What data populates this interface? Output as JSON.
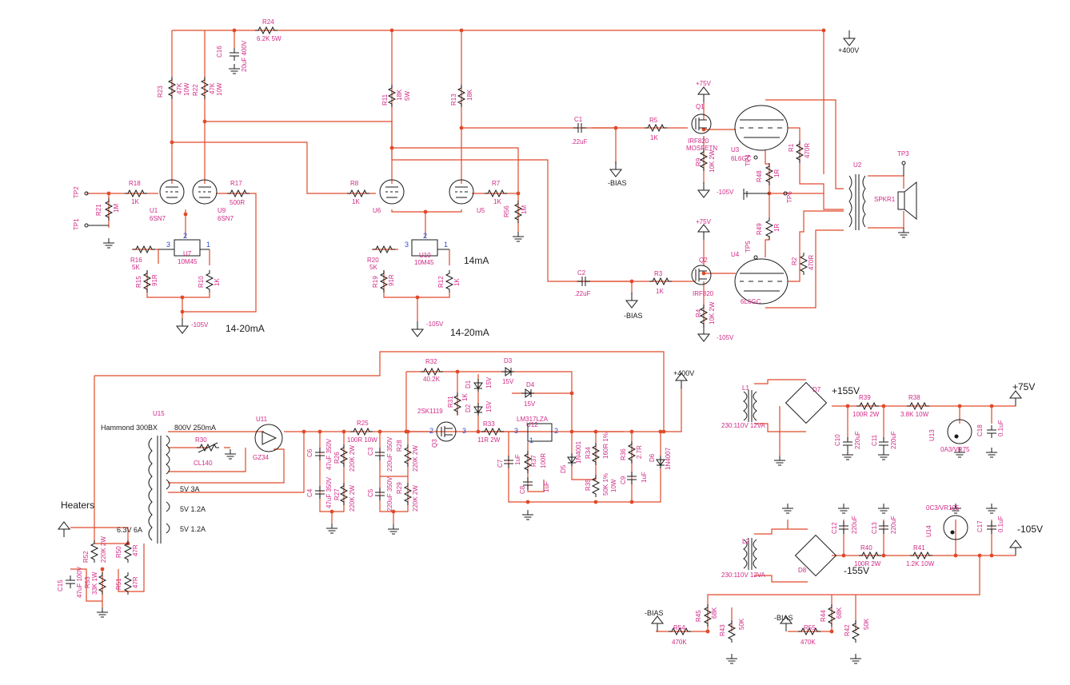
{
  "rails": {
    "p400_top": "+400V",
    "p400_mid": "+400V",
    "p75_q1": "+75V",
    "p75_q2": "+75V",
    "m105_a": "-105V",
    "m105_b": "-105V",
    "m105_c": "-105V",
    "m105_d": "-105V",
    "bias_1": "-BIAS",
    "bias_2": "-BIAS",
    "bias_3": "-BIAS",
    "bias_4": "-BIAS",
    "p155": "+155V",
    "m155": "-155V",
    "p75_out": "+75V",
    "m105_out": "-105V"
  },
  "notes": {
    "cur1": "14-20mA",
    "cur2": "14-20mA",
    "cur3": "14mA",
    "heaters": "Heaters",
    "xfmr": "Hammond 300BX",
    "hv": "800V 250mA",
    "w5v": "5V 3A",
    "w5a": "5V 1.2A",
    "w5b": "5V 1.2A",
    "w63": "6.3V 6A"
  },
  "components": {
    "R24": "R24",
    "R24v": "6.2K 5W",
    "C16": "C16",
    "C16v": "20uF 400V",
    "R23": "R23",
    "R23v": "47K",
    "R22": "R22",
    "R22v": "47K",
    "R23w": "10W",
    "R22w": "10W",
    "R11": "R11",
    "R11v": "18K",
    "R11w": "5W",
    "R13": "R13",
    "R13v": "18K",
    "C1": "C1",
    "C1v": ".22uF",
    "R5": "R5",
    "R5v": "1K",
    "Q1": "Q1",
    "Q1v": "IRF820",
    "Q1m": "MOSFETN",
    "R9": "R9",
    "R9v": "10K 2W",
    "U3": "U3",
    "U3v": "6L6GC",
    "TP4": "TP4",
    "R48": "R48",
    "R48v": "1R",
    "TP6": "TP6",
    "R49": "R49",
    "R49v": "1R",
    "TP5": "TP5",
    "R1": "R1",
    "R1v": "470R",
    "R2": "R2",
    "R2v": "470R",
    "U2": "U2",
    "TP3": "TP3",
    "SPKR1": "SPKR1",
    "U4": "U4",
    "U4v": "6L6GC",
    "Q2": "Q2",
    "Q2v": "IRF820",
    "R4": "R4",
    "R4v": "10K 2W",
    "C2": "C2",
    "C2v": ".22uF",
    "R3": "R3",
    "R3v": "1K",
    "TP2": "TP2",
    "TP1": "TP1",
    "R21": "R21",
    "R21v": "1M",
    "R18": "R18",
    "R18v": "1K",
    "U1": "U1",
    "U1v": "6SN7",
    "U9": "U9",
    "U9v": "6SN7",
    "R17": "R17",
    "R17v": "500R",
    "R16": "R16",
    "R16v": "5K",
    "U7": "U7",
    "U7v": "10M45",
    "R15": "R15",
    "R15v": "91R",
    "R10": "R10",
    "R10v": "1K",
    "R8": "R8",
    "R8v": "1K",
    "U6": "U6",
    "U5": "U5",
    "R7": "R7",
    "R7v": "1K",
    "R56": "R56",
    "R56v": "1M",
    "R20": "R20",
    "R20v": "5K",
    "U10": "U10",
    "U10v": "10M45",
    "R19": "R19",
    "R19v": "91R",
    "R12": "R12",
    "R12v": "1K",
    "U15": "U15",
    "R30": "R30",
    "R30v": "CL140",
    "U11": "U11",
    "U11v": "GZ34",
    "C6": "C6",
    "C6v": "47uF 350V",
    "R26": "R26",
    "R26v": "220K 2W",
    "C4": "C4",
    "C4v": "47uF 350V",
    "R27": "R27",
    "R27v": "220K 2W",
    "R25": "R25",
    "R25v": "100R 10W",
    "C3": "C3",
    "C3v": "220uF 350V",
    "R28": "R28",
    "R28v": "220K 2W",
    "C5": "C5",
    "C5v": "220uF 350V",
    "R29": "R29",
    "R29v": "220K 2W",
    "R32": "R32",
    "R32v": "40.2K",
    "R31": "R31",
    "R31v": "1K",
    "Q3": "Q3",
    "Q3v": "2SK1119",
    "D1": "D1",
    "D1v": "15V",
    "D2": "D2",
    "D2v": "15V",
    "D3": "D3",
    "D3v": "15V",
    "D4": "D4",
    "D4v": "15V",
    "R33": "R33",
    "R33v": "11R 2W",
    "U12": "U12",
    "U12v": "LM317LZA",
    "C7": "C7",
    "C7v": "1uF",
    "R37": "R37",
    "R37v": "100R",
    "C8": "C8",
    "C8v": "1uF",
    "D5": "D5",
    "D5v": "1N4001",
    "R34": "R34",
    "R34v": "160R 1%",
    "R35": "R35",
    "R35v": "50K 1%",
    "R35w": "10W",
    "R36": "R36",
    "R36v": "2.7R",
    "C9": "C9",
    "C9v": "1uF",
    "D6": "D6",
    "D6v": "1N4007",
    "R52": "R52",
    "R52v": "220K 2W",
    "R53": "R53",
    "R53v": "33K 1W",
    "R50": "R50",
    "R50v": "47R",
    "R51": "R51",
    "R51v": "47R",
    "C15": "C15",
    "C15v": "47uF 100V",
    "L1": "L1",
    "L1v": "230:110V 12VA",
    "D7": "D7",
    "R39": "R39",
    "R39v": "100R 2W",
    "R38": "R38",
    "R38v": "3.8K 10W",
    "C10": "C10",
    "C10v": "220uF",
    "C11": "C11",
    "C11v": "220uF",
    "U13": "U13",
    "U13v": "0A3/VR75",
    "C18": "C18",
    "C18v": "0.1uF",
    "L2": "L2",
    "L2v": "230:110V 12VA",
    "D8": "D8",
    "C12": "C12",
    "C12v": "220uF",
    "C13": "C13",
    "C13v": "220uF",
    "R40": "R40",
    "R40v": "100R 2W",
    "R41": "R41",
    "R41v": "1.2K 10W",
    "U14": "U14",
    "U14v": "0C3/VR105",
    "C17": "C17",
    "C17v": "0.1uF",
    "R45": "R45",
    "R45v": "68K",
    "R43": "R43",
    "R43v": "50K",
    "R54": "R54",
    "R54v": "470K",
    "R44": "R44",
    "R44v": "68K",
    "R42": "R42",
    "R42v": "50K",
    "R55": "R55",
    "R55v": "470K"
  },
  "pins": {
    "p1": "1",
    "p2": "2",
    "p3": "3"
  }
}
